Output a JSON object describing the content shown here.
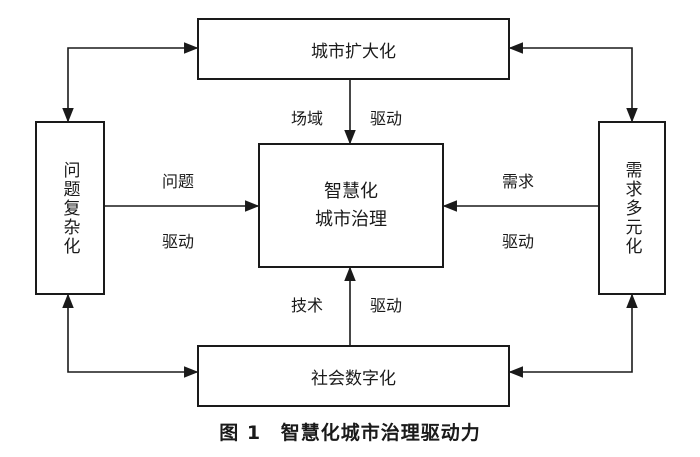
{
  "boxes": {
    "top": "城市扩大化",
    "bottom": "社会数字化",
    "left": "问题复杂化",
    "right": "需求多元化",
    "center_line1": "智慧化",
    "center_line2": "城市治理"
  },
  "labels": {
    "top_left": "场域",
    "top_right": "驱动",
    "left_top": "问题",
    "left_bottom": "驱动",
    "right_top": "需求",
    "right_bottom": "驱动",
    "bottom_left": "技术",
    "bottom_right": "驱动"
  },
  "caption": {
    "number": "图 1",
    "title": "智慧化城市治理驱动力"
  }
}
